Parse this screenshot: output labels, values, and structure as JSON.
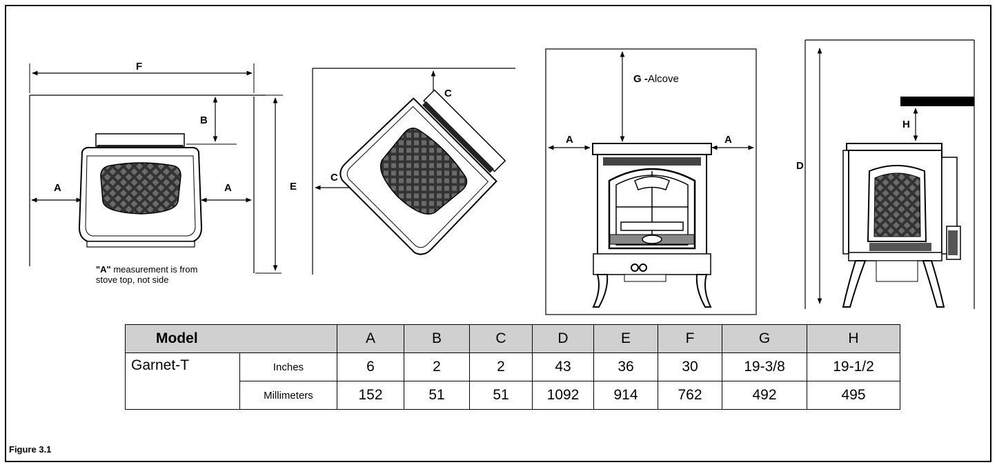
{
  "labels": {
    "f": "F",
    "b": "B",
    "a1": "A",
    "a2": "A",
    "e": "E",
    "c1": "C",
    "c2": "C",
    "g_letter": "G -",
    "g_word": "Alcove",
    "a3": "A",
    "a4": "A",
    "d": "D",
    "h": "H"
  },
  "note": {
    "bold": "\"A\"",
    "line1_rest": " measurement is from",
    "line2": "stove top, not side"
  },
  "table": {
    "model_header": "Model",
    "columns": [
      "A",
      "B",
      "C",
      "D",
      "E",
      "F",
      "G",
      "H"
    ],
    "model_name": "Garnet-T",
    "rows": [
      {
        "unit": "Inches",
        "values": [
          "6",
          "2",
          "2",
          "43",
          "36",
          "30",
          "19-3/8",
          "19-1/2"
        ]
      },
      {
        "unit": "Millimeters",
        "values": [
          "152",
          "51",
          "51",
          "1092",
          "914",
          "762",
          "492",
          "495"
        ]
      }
    ]
  },
  "caption": "Figure 3.1"
}
